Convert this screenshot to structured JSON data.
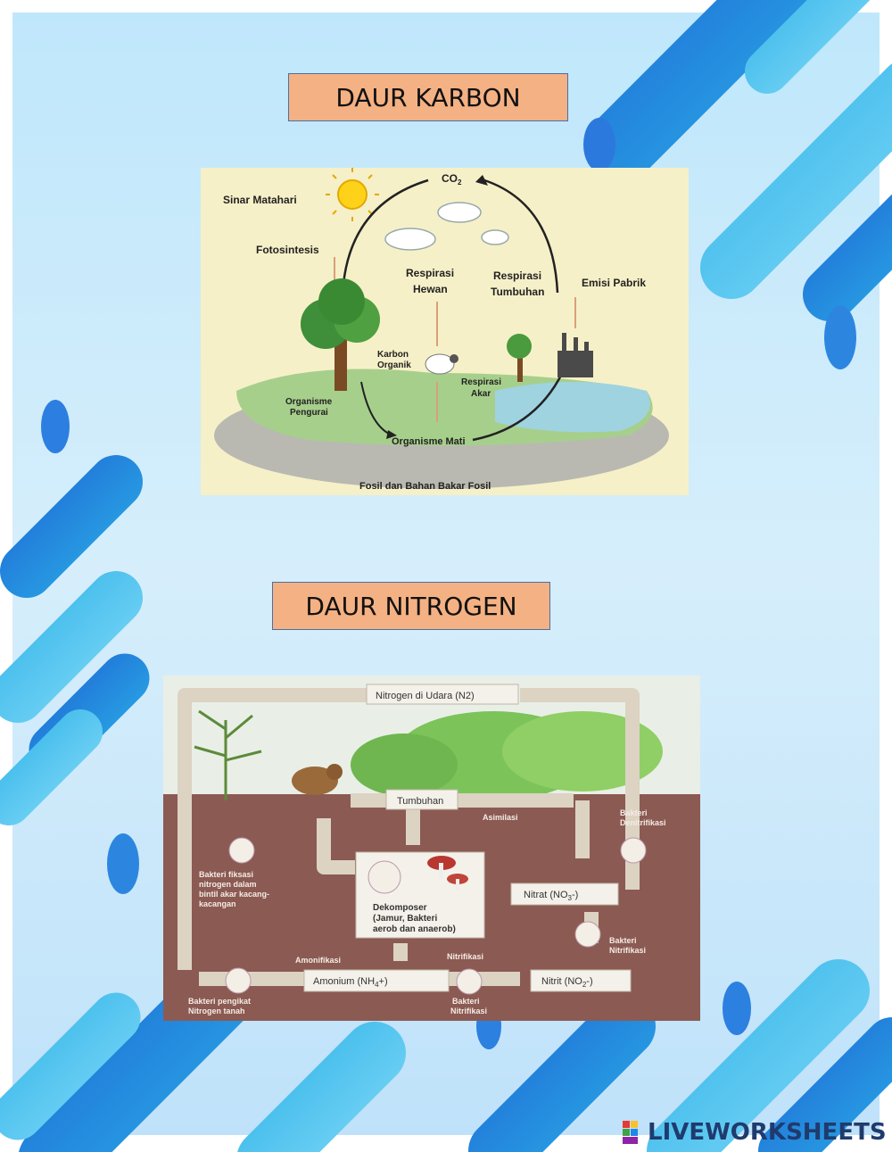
{
  "titles": {
    "carbon": "DAUR KARBON",
    "nitrogen": "DAUR NITROGEN"
  },
  "carbon": {
    "co2": "CO",
    "co2_sub": "2",
    "sinar_matahari": "Sinar Matahari",
    "fotosintesis": "Fotosintesis",
    "respirasi_hewan": [
      "Respirasi",
      "Hewan"
    ],
    "respirasi_tumbuhan": [
      "Respirasi",
      "Tumbuhan"
    ],
    "emisi_pabrik": "Emisi Pabrik",
    "karbon_organik": [
      "Karbon",
      "Organik"
    ],
    "organisme_pengurai": [
      "Organisme",
      "Pengurai"
    ],
    "respirasi_akar": [
      "Respirasi",
      "Akar"
    ],
    "organisme_mati": "Organisme Mati",
    "fosil": "Fosil dan Bahan Bakar Fosil"
  },
  "nitrogen": {
    "udara": "Nitrogen di Udara (N2)",
    "tumbuhan": "Tumbuhan",
    "amonium": "Amonium (NH",
    "amonium_sub": "4",
    "amonium_end": "+)",
    "nitrit": "Nitrit (NO",
    "nitrit_sub": "2",
    "nitrit_end": "-)",
    "nitrat": "Nitrat (NO",
    "nitrat_sub": "3",
    "nitrat_end": "-)",
    "dekomposer": [
      "Dekomposer",
      "(Jamur, Bakteri",
      "aerob dan anaerob)"
    ],
    "amonifikasi": "Amonifikasi",
    "nitrifikasi": "Nitrifikasi",
    "bakteri_nitrifikasi_1": [
      "Bakteri",
      "Nitrifikasi"
    ],
    "bakteri_nitrifikasi_2": [
      "Bakteri",
      "Nitrifikasi"
    ],
    "bakteri_denitrifikasi": [
      "Bakteri",
      "Denitrifikasi"
    ],
    "bakteri_fiksasi": [
      "Bakteri fiksasi",
      "nitrogen dalam",
      "bintil akar kacang-",
      "kacangan"
    ],
    "bakteri_pengikat": [
      "Bakteri pengikat",
      "Nitrogen tanah"
    ],
    "asimilasi": "Asimilasi"
  },
  "brand": {
    "name": "LIVEWORKSHEETS"
  },
  "colors": {
    "title_fill": "#f4b183",
    "carbon_bg": "#f6f0c8",
    "soil": "#8b5a52",
    "arrow": "#dcd3c3"
  }
}
